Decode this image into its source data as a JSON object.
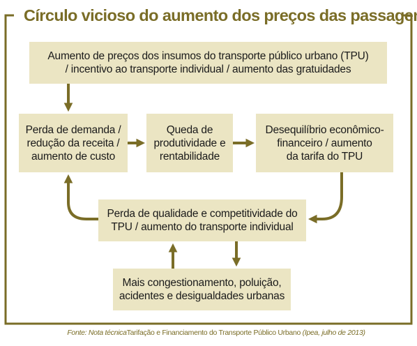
{
  "title": "Círculo vicioso do aumento dos preços das passagens",
  "colors": {
    "accent": "#7a6d27",
    "box_fill": "#ebe5c3",
    "text": "#1a1a1a"
  },
  "nodes": {
    "inputs": {
      "line1": "Aumento de preços dos insumos do transporte público urbano (TPU)",
      "line2": "/ incentivo ao transporte individual / aumento das gratuidades"
    },
    "demand": {
      "line1": "Perda de demanda /",
      "line2": "redução da receita /",
      "line3": "aumento de custo"
    },
    "productivity": {
      "line1": "Queda de",
      "line2": "produtividade e",
      "line3": "rentabilidade"
    },
    "imbalance": {
      "line1": "Desequilíbrio econômico-",
      "line2": "financeiro / aumento",
      "line3": "da tarifa do TPU"
    },
    "quality": {
      "line1": "Perda de qualidade e competitividade do",
      "line2": "TPU / aumento do transporte individual"
    },
    "congestion": {
      "line1": "Mais congestionamento, poluição,",
      "line2": "acidentes e desigualdades urbanas"
    }
  },
  "source": {
    "prefix": "Fonte: Nota técnica",
    "document": "Tarifação e Financiamento do Transporte Público Urbano",
    "suffix": " (Ipea, julho de 2013)"
  }
}
